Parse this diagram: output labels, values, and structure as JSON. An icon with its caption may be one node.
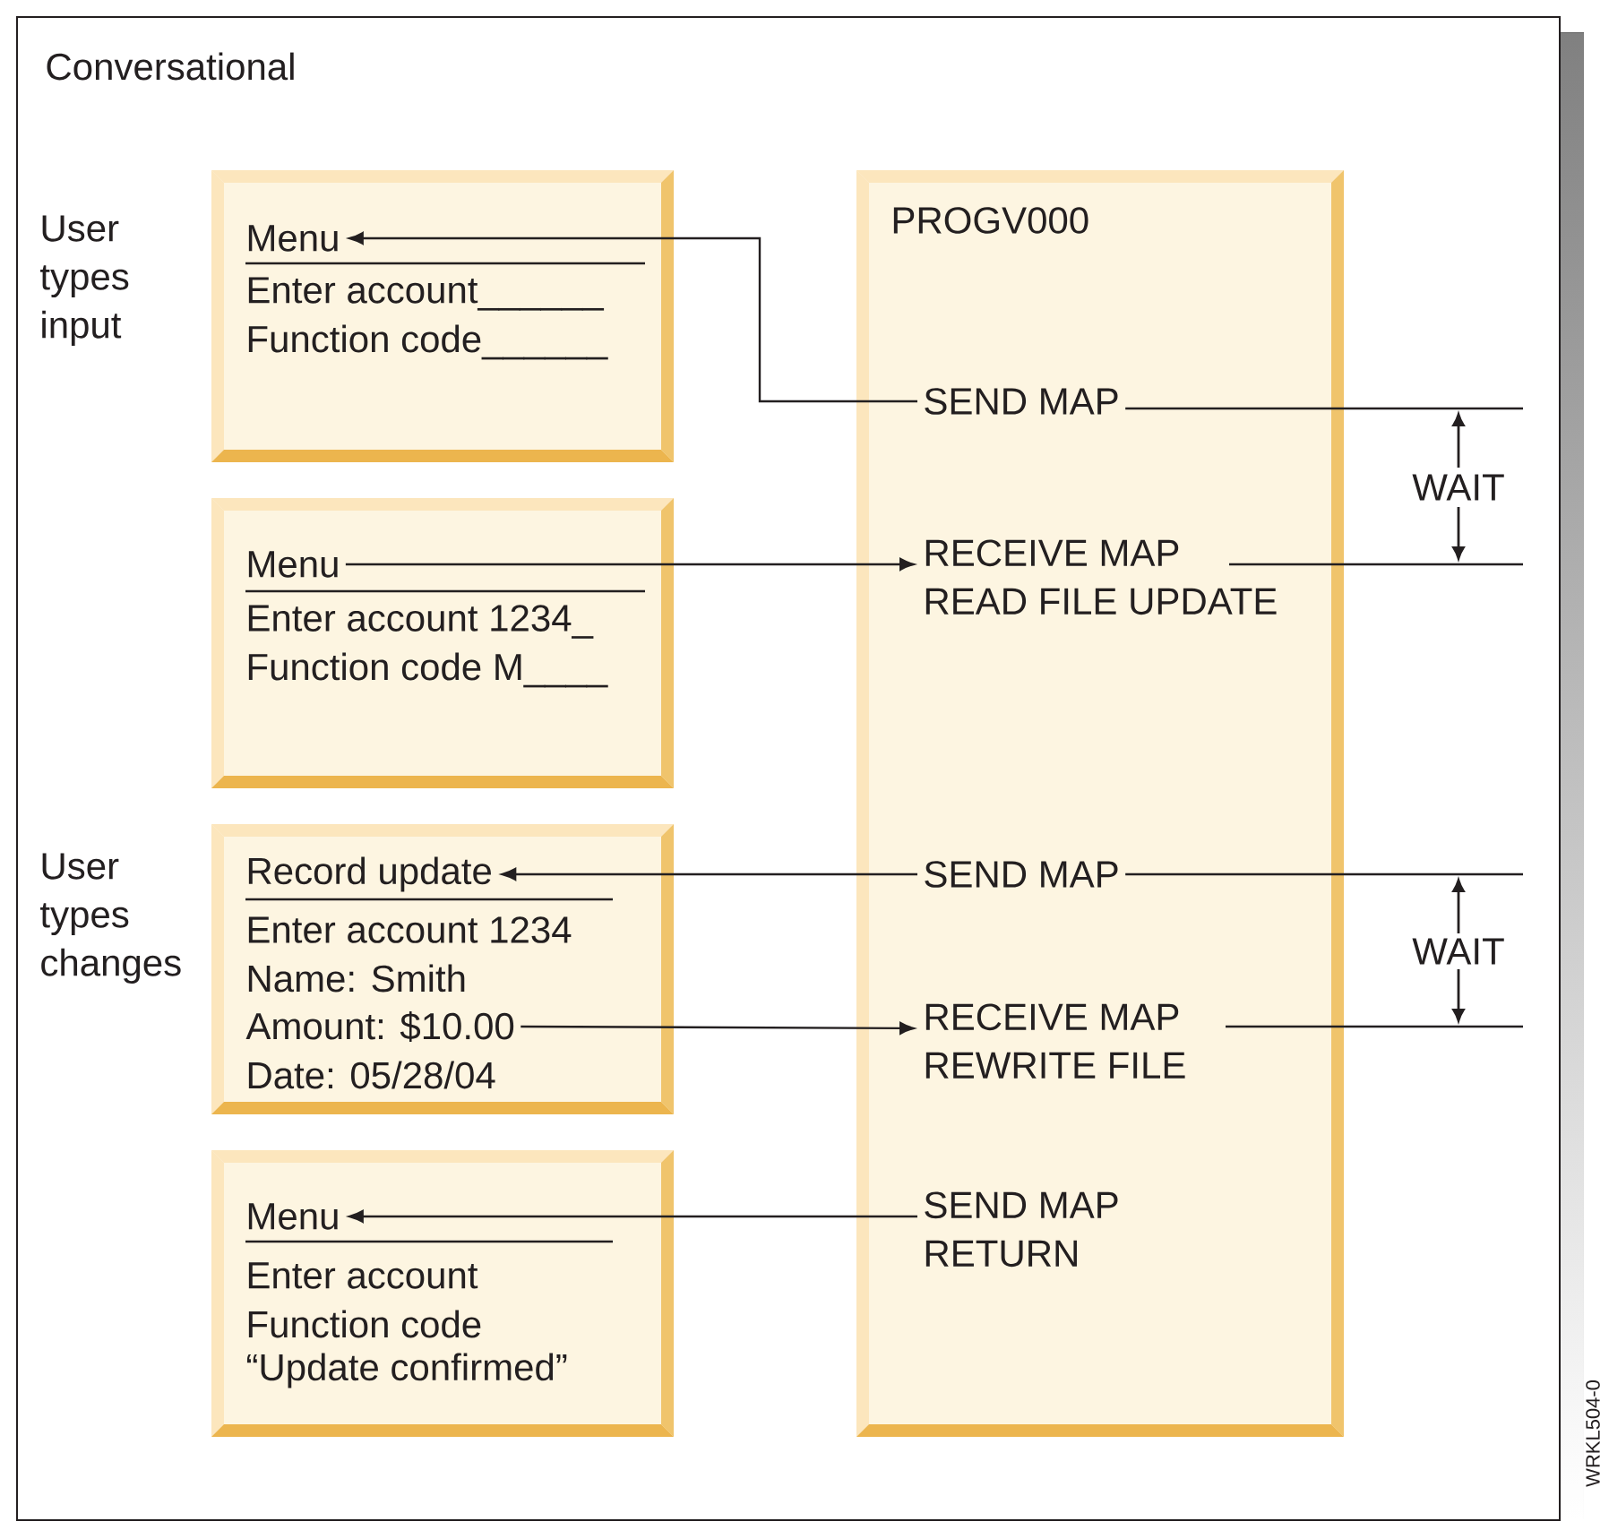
{
  "diagram": {
    "nodes": [
      {
        "text": [
          "Conversational"
        ]
      },
      {
        "text": [
          "Enter account______",
          "Function code______"
        ],
        "in": 0
      },
      {
        "text": [
          "Menu"
        ],
        "in": 1
      },
      {
        "text": [
          "Enter account 1234_",
          "Function code M____"
        ],
        "in": 0
      },
      {
        "text": [
          "Menu"
        ],
        "in": 3
      },
      {
        "text": [
          "Enter account 1234",
          "Name:  Smith",
          "Date:  05/28/04"
        ],
        "in": 0
      },
      {
        "text": [
          "Record update"
        ],
        "in": 5
      },
      {
        "text": [
          "Amount:  $10.00"
        ],
        "in": 5
      },
      {
        "text": [
          "Enter account",
          "Function code",
          "“Update confirmed”"
        ],
        "in": 0
      },
      {
        "text": [
          "Menu"
        ],
        "in": 8
      },
      {
        "text": [
          "PROGV000"
        ],
        "in": 0
      },
      {
        "text": [
          "SEND MAP"
        ],
        "in": 10
      },
      {
        "text": [
          "RECEIVE MAP",
          "READ FILE UPDATE"
        ],
        "in": 10
      },
      {
        "text": [
          "SEND MAP"
        ],
        "in": 10
      },
      {
        "text": [
          "RECEIVE MAP",
          "REWRITE FILE"
        ],
        "in": 10
      },
      {
        "text": [
          "SEND MAP",
          "RETURN"
        ],
        "in": 10
      }
    ],
    "edges": [
      {
        "from": 11,
        "to": 2,
        "arrow": "to"
      },
      {
        "from": 4,
        "to": 12,
        "arrow": "to"
      },
      {
        "from": 13,
        "to": 6,
        "arrow": "to"
      },
      {
        "from": 7,
        "to": 14,
        "arrow": "to"
      },
      {
        "from": 15,
        "to": 9,
        "arrow": "to"
      }
    ],
    "labels": [
      "User types input",
      "WAIT",
      "User types changes",
      "WAIT",
      "WRKL504-0"
    ]
  }
}
